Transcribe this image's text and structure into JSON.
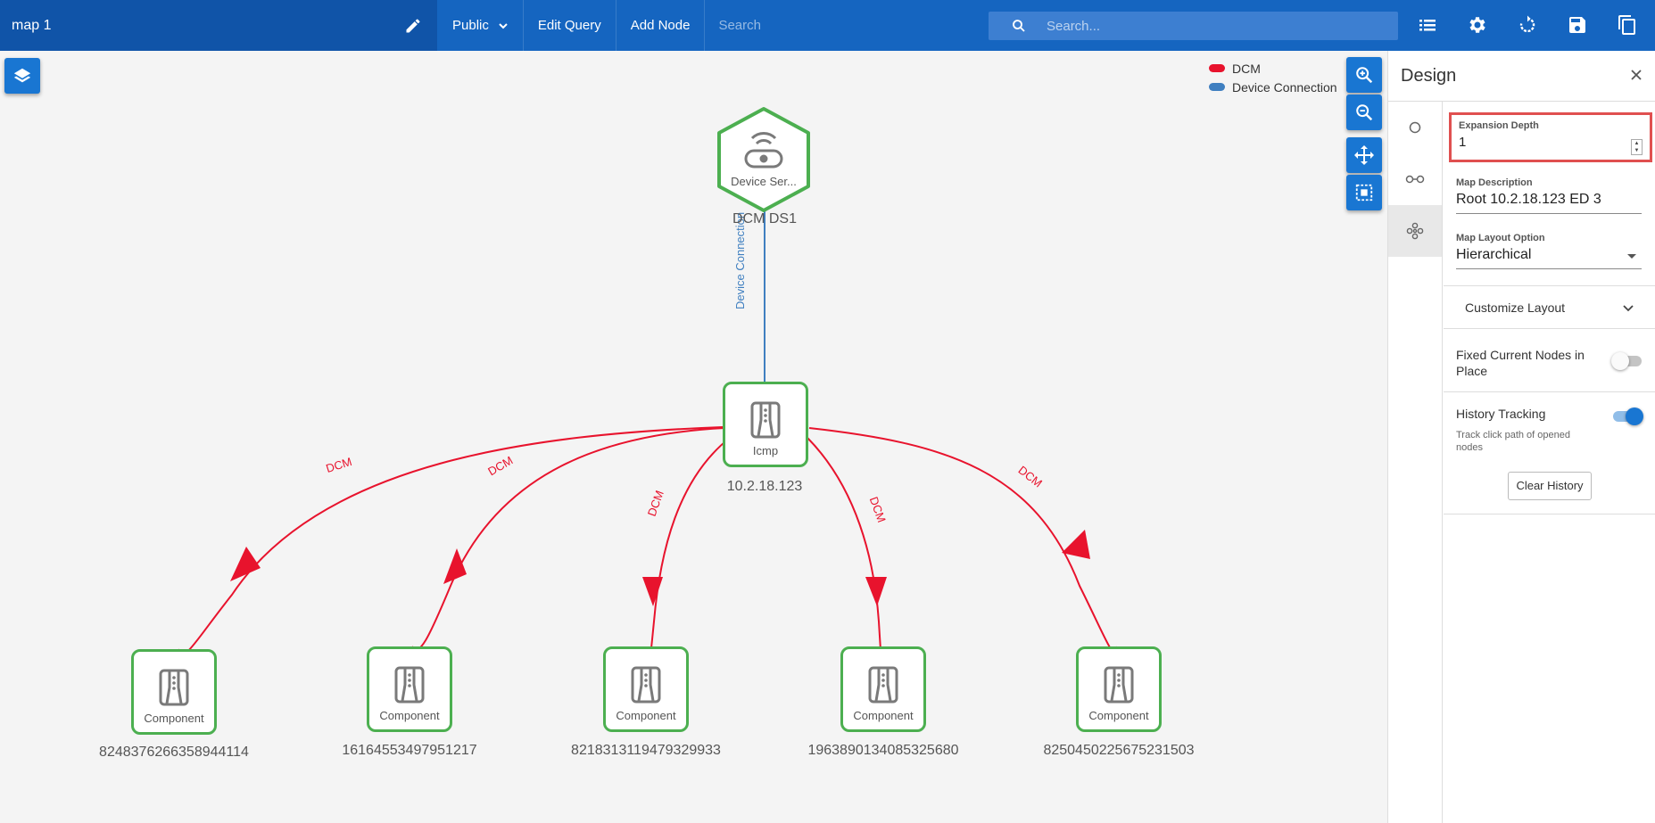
{
  "header": {
    "map_title": "map 1",
    "visibility": "Public",
    "edit_query": "Edit Query",
    "add_node": "Add Node",
    "search_placeholder": "Search",
    "global_search_placeholder": "Search..."
  },
  "legend": [
    {
      "label": "DCM",
      "color": "#e8132d"
    },
    {
      "label": "Device Connection",
      "color": "#3f7fc0"
    }
  ],
  "graph": {
    "root": {
      "type": "Device Ser...",
      "label": "DCM DS1"
    },
    "hub": {
      "type": "Icmp",
      "label": "10.2.18.123"
    },
    "root_edge_label": "Device Connection",
    "edge_label": "DCM",
    "children": [
      {
        "type": "Component",
        "label": "8248376266358944114"
      },
      {
        "type": "Component",
        "label": "16164553497951217"
      },
      {
        "type": "Component",
        "label": "8218313119479329933"
      },
      {
        "type": "Component",
        "label": "1963890134085325680"
      },
      {
        "type": "Component",
        "label": "8250450225675231503"
      }
    ]
  },
  "panel": {
    "title": "Design",
    "expansion_depth_label": "Expansion Depth",
    "expansion_depth_value": "1",
    "map_description_label": "Map Description",
    "map_description_value": "Root 10.2.18.123 ED 3",
    "map_layout_label": "Map Layout Option",
    "map_layout_value": "Hierarchical",
    "customize_layout": "Customize Layout",
    "fixed_nodes_label": "Fixed Current Nodes in Place",
    "fixed_nodes_on": false,
    "history_label": "History Tracking",
    "history_on": true,
    "history_hint": "Track click path of opened nodes",
    "clear_history": "Clear History"
  },
  "colors": {
    "topbar": "#1565c0",
    "accent": "#1976d2",
    "node_border": "#4caf50",
    "dcm_edge": "#e8132d",
    "connection_edge": "#3f7fc0",
    "highlight_box": "#e05050"
  }
}
